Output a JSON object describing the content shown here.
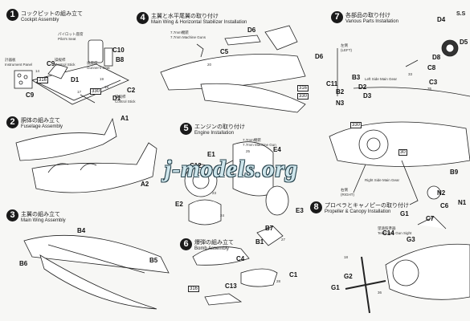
{
  "steps": [
    {
      "num": "1",
      "jp": "コックピットの組み立て",
      "en": "Cockpit Assembly"
    },
    {
      "num": "2",
      "jp": "胴体の組み立て",
      "en": "Fuselage Assembly"
    },
    {
      "num": "3",
      "jp": "主翼の組み立て",
      "en": "Main Wing Assembly"
    },
    {
      "num": "4",
      "jp": "主翼と水平尾翼の取り付け",
      "en": "Main Wing & Horizontal Stabilizer Installation"
    },
    {
      "num": "5",
      "jp": "エンジンの取り付け",
      "en": "Engine Installation"
    },
    {
      "num": "6",
      "jp": "爆弾の組み立て",
      "en": "Bomb Assembly"
    },
    {
      "num": "7",
      "jp": "各部品の取り付け",
      "en": "Various Parts Installation"
    },
    {
      "num": "8",
      "jp": "プロペラとキャノピーの取り付け",
      "en": "Propeller & Canopy Installation"
    }
  ],
  "cockpit": {
    "pilot_seat_jp": "パイロット座席",
    "pilot_seat_en": "Pilot's Seat",
    "gunner_seat_jp": "後座席",
    "gunner_seat_en": "Gunner's Seat",
    "stick_jp": "操縦桿",
    "stick_en": "Control Stick",
    "stick2_jp": "操縦桿",
    "stick2_en": "Control Stick",
    "panel_jp": "計器板",
    "panel_en": "Instrument Panel"
  },
  "mg_note": {
    "jp": "7.7mm機銃",
    "en": "7.7mm Machine Guns"
  },
  "mg_note2": {
    "jp": "7.7mm機銃",
    "en": "7.7mm Machine Gun"
  },
  "left_gear": {
    "jp": "左側",
    "en": "(LEFT)",
    "desc": "Left Side Main Gear"
  },
  "right_gear": {
    "jp": "右側",
    "en": "(RIGHT)",
    "desc": "Right Side Main Gear"
  },
  "telescope": {
    "jp": "望遠照準器",
    "en": "Telescopic Gun Sight"
  },
  "parts": {
    "c10": "C10",
    "b8": "B8",
    "c9": "C9",
    "c2": "C2",
    "d1": "D1",
    "d1b": "D1",
    "e": "E",
    "a1": "A1",
    "a2": "A2",
    "b4": "B4",
    "b5": "B5",
    "b6": "B6",
    "d6": "D6",
    "c5": "C5",
    "d6b": "D6",
    "e4": "E4",
    "e1": "E1",
    "c12": "C12",
    "e2": "E2",
    "e3": "E3",
    "b7": "B7",
    "b1": "B1",
    "c4": "C4",
    "c13": "C13",
    "c1": "C1",
    "d4": "D4",
    "d5": "D5",
    "d8": "D8",
    "c8": "C8",
    "c3": "C3",
    "c11": "C11",
    "b3": "B3",
    "b2": "B2",
    "d2": "D2",
    "d3": "D3",
    "n3": "N3",
    "b9": "B9",
    "n2": "N2",
    "n1": "N1",
    "c6": "C6",
    "c7": "C7",
    "g1": "G1",
    "c14": "C14",
    "g3": "G3",
    "g2": "G2",
    "g1b": "G1"
  },
  "callouts": {
    "n14": "14",
    "n19": "19",
    "n18": "18",
    "n17": "17",
    "n13": "13",
    "n12": "12",
    "n16": "16",
    "n15": "15",
    "n11": "11",
    "n20": "20",
    "n25": "25",
    "n21": "21",
    "n22": "22",
    "n26": "26",
    "n26b": "26",
    "n23": "23",
    "n24": "24",
    "n27": "27",
    "n28": "28",
    "n18b": "18",
    "n18c": "18",
    "n33": "33",
    "n35": "35",
    "n34": "34",
    "n32": "32",
    "n37": "37",
    "n36": "36",
    "n31": "31",
    "n30": "30"
  },
  "paint_tags": {
    "t1": "316",
    "t2": "330",
    "t3": "316",
    "t4": "330",
    "t5": "316",
    "t6": "330",
    "t7": "30"
  },
  "watermark": "j-models.org",
  "corner": "S.S"
}
